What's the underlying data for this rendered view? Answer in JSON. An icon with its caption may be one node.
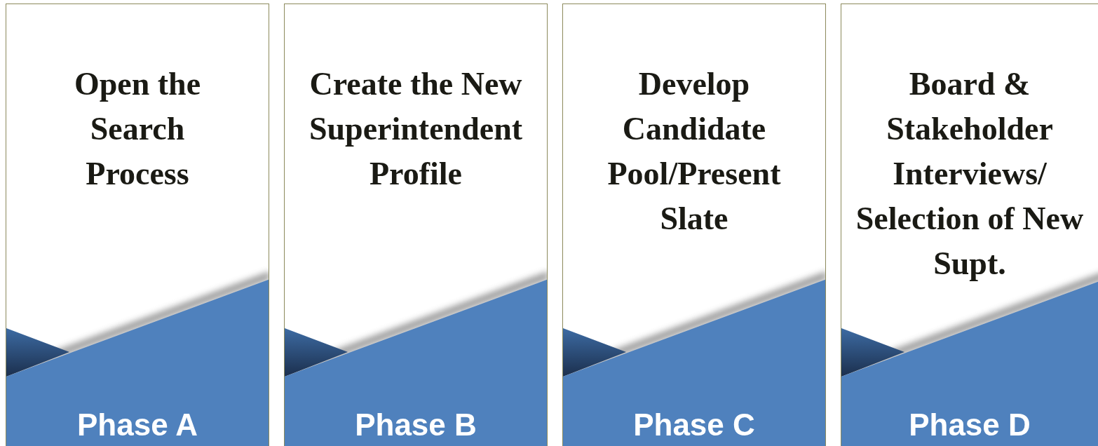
{
  "diagram": {
    "nodes": [
      {
        "text": [
          "Open the Search Process",
          "Phase A"
        ]
      },
      {
        "text": [
          "Create the New Superintendent Profile",
          "Phase B"
        ]
      },
      {
        "text": [
          "Develop Candidate Pool/Present Slate",
          "Phase C"
        ]
      },
      {
        "text": [
          "Board & Stakeholder Interviews/ Selection of New Supt.",
          "Phase D"
        ]
      }
    ]
  }
}
